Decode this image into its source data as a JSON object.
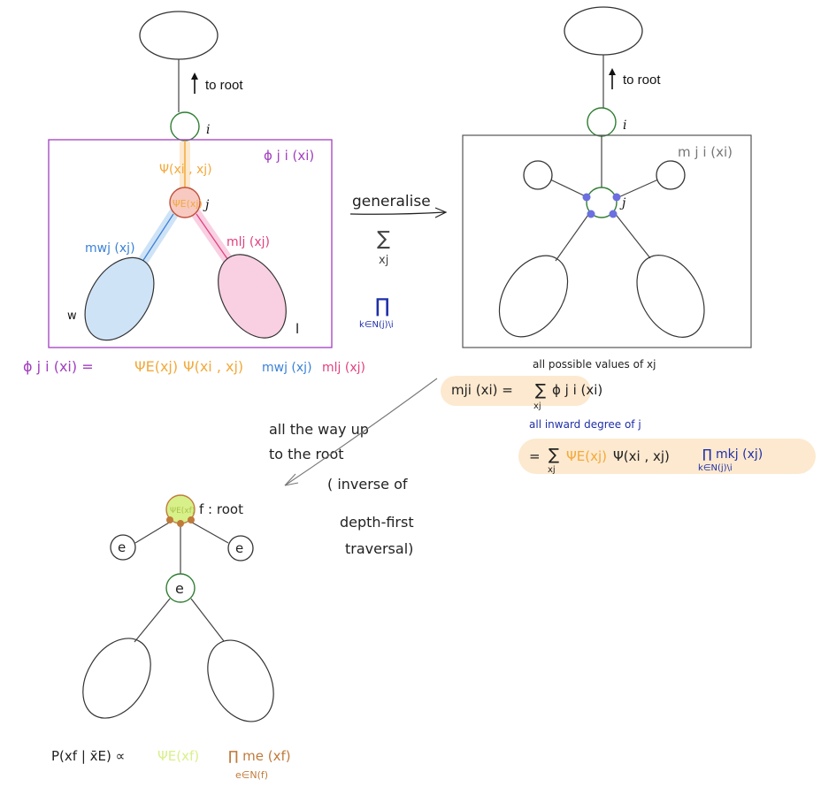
{
  "colors": {
    "purple": "#a13fbf",
    "orange": "#f2a93b",
    "blue": "#3b82d6",
    "pink": "#e0407f",
    "green": "#2e7d32",
    "darkblue": "#1f2fa8",
    "peach": "#fde9cf",
    "lightblue": "#cfe3f7",
    "lightpink": "#f9cfe2",
    "lime": "#d8f08a",
    "gray": "#777777",
    "brown": "#c07a3a"
  },
  "left_panel": {
    "to_root": "to root",
    "node_i": "i",
    "node_j": "j",
    "box_label": "ϕ j i (xi)",
    "edge_psi": "Ψ(xi , xj)",
    "node_j_psi": "ΨE(xj)",
    "msg_w": "mwj (xj)",
    "msg_l": "mlj (xj)",
    "leaf_w": "w",
    "leaf_l": "l"
  },
  "middle": {
    "generalise": "generalise",
    "sum": "∑",
    "sum_sub": "xj",
    "prod": "∏",
    "prod_sub": "k∈N(j)\\i"
  },
  "right_panel": {
    "to_root": "to root",
    "node_i": "i",
    "node_j": "j",
    "box_label": "m j i (xi)"
  },
  "equation_left": {
    "lhs": "ϕ j i (xi) =",
    "term_psiE": "ΨE(xj)",
    "term_psi": "Ψ(xi , xj)",
    "term_mw": "mwj (xj)",
    "term_ml": "mlj (xj)"
  },
  "equation_right": {
    "note1": "all possible values of xj",
    "line1_lhs": "mji (xi) =",
    "line1_sum": "∑",
    "line1_sum_sub": "xj",
    "line1_rhs": "ϕ j i (xi)",
    "note2": "all inward degree of j",
    "line2_eq": "=",
    "line2_sum": "∑",
    "line2_sum_sub": "xj",
    "line2_psiE": "ΨE(xj)",
    "line2_psi": "Ψ(xi , xj)",
    "line2_prod": "∏ mkj (xj)",
    "line2_prod_sub": "k∈N(j)\\i"
  },
  "bottom": {
    "note_line1": "all the way up",
    "note_line2": "to the root",
    "note_line3": "( inverse of",
    "note_line4": "depth-first",
    "note_line5": "traversal)",
    "root_label": "f : root",
    "root_inner": "ΨE(xf)",
    "leaf_e1": "e",
    "leaf_e2": "e",
    "node_e": "e",
    "formula_p": "P(xf | x̄E) ∝",
    "formula_psi": "ΨE(xf)",
    "formula_prod": "∏ me (xf)",
    "formula_sub": "e∈N(f)"
  }
}
